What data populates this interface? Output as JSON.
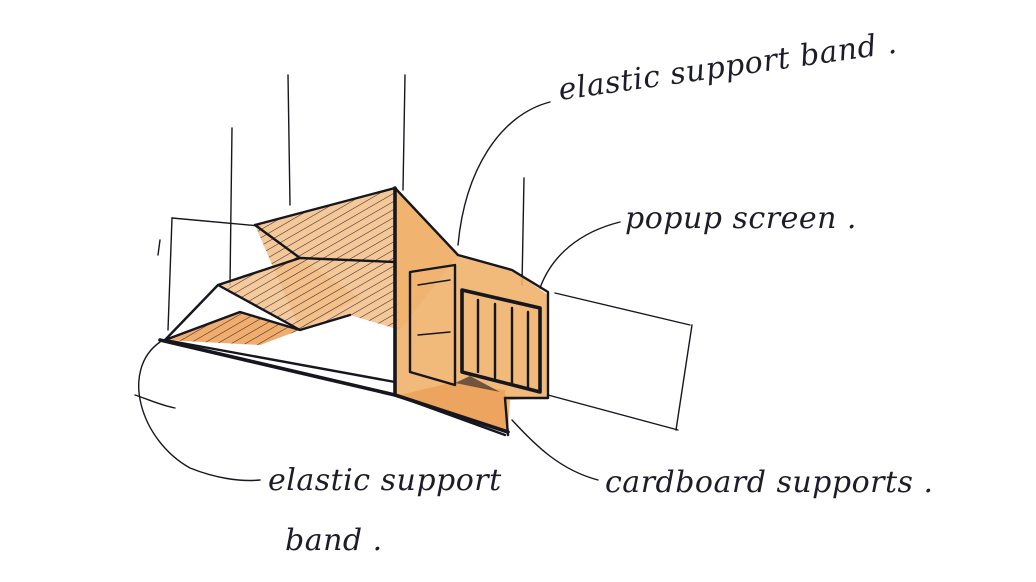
{
  "labels": {
    "top_band": "elastic support band .",
    "popup_screen": "popup screen .",
    "cardboard": "cardboard supports .",
    "bottom_band_line1": "elastic support",
    "bottom_band_line2": "band ."
  },
  "colors": {
    "ink": "#16161f",
    "orange_light": "#f3c88f",
    "orange_mid": "#eeaa60",
    "orange_dark": "#e6913e",
    "background": "#ffffff"
  }
}
